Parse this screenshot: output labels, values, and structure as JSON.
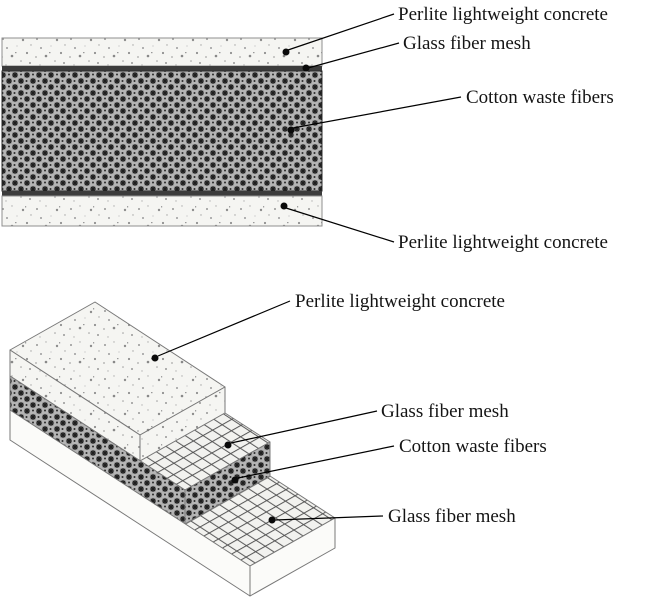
{
  "diagram": {
    "cross_section": {
      "label_perlite_top": "Perlite lightweight concrete",
      "label_glass_mesh": "Glass fiber mesh",
      "label_cotton": "Cotton waste fibers",
      "label_perlite_bottom": "Perlite lightweight concrete"
    },
    "isometric": {
      "label_perlite": "Perlite lightweight concrete",
      "label_glass_mesh_top": "Glass fiber mesh",
      "label_cotton": "Cotton waste fibers",
      "label_glass_mesh_bottom": "Glass fiber mesh"
    },
    "colors": {
      "background": "#ffffff",
      "leader_line": "#000000",
      "cotton_texture": "#1e1e1e",
      "mesh_grid": "#555555",
      "perlite_speckle": "#969696"
    }
  }
}
